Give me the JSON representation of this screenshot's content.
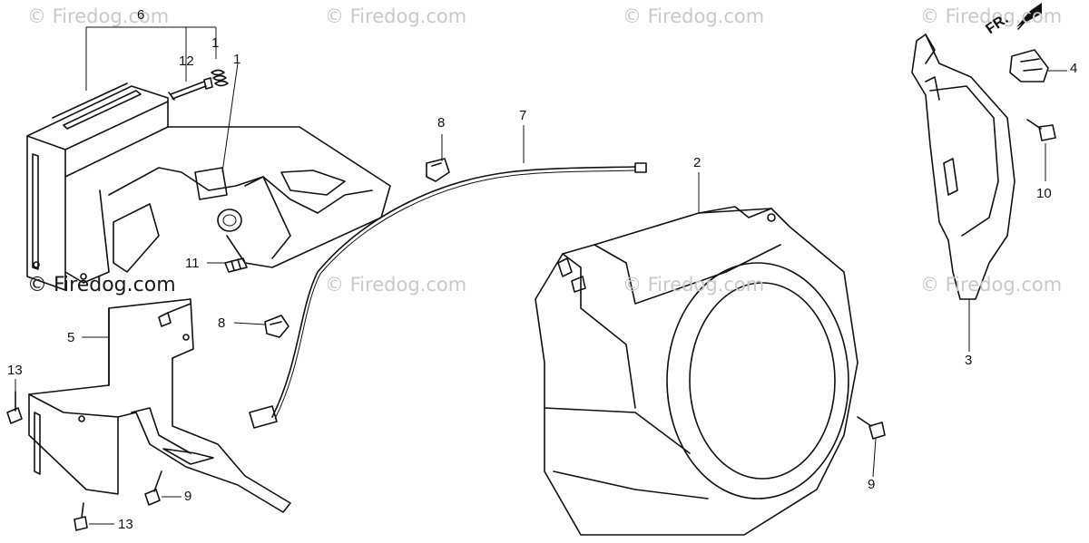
{
  "watermarks": [
    {
      "text": "© Firedog.com"
    },
    {
      "text": "© Firedog.com"
    },
    {
      "text": "© Firedog.com"
    },
    {
      "text": "© Firedog.com"
    },
    {
      "text": "© Firedog.com"
    },
    {
      "text": "© Firedog.com"
    },
    {
      "text": "© Firedog.com"
    },
    {
      "text": "© Firedog.com"
    }
  ],
  "direction_label": "FR.",
  "callouts": [
    "6",
    "1",
    "12",
    "1",
    "8",
    "7",
    "2",
    "4",
    "10",
    "11",
    "8",
    "5",
    "13",
    "9",
    "3",
    "9",
    "13"
  ]
}
